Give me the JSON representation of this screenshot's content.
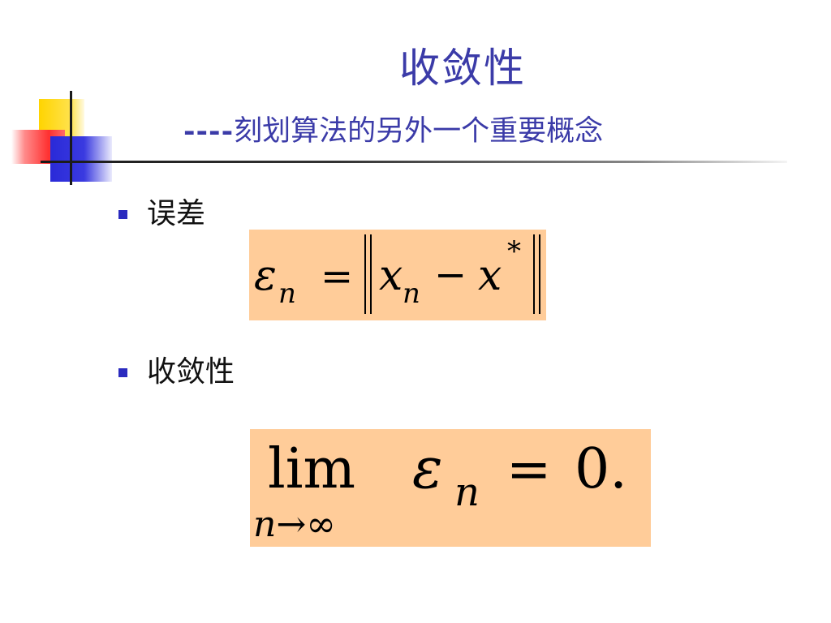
{
  "title": "收敛性",
  "subtitle": {
    "dashes": "----",
    "text": "刻划算法的另外一个重要概念"
  },
  "bullets": [
    {
      "text": "误差"
    },
    {
      "text": "收敛性"
    }
  ],
  "formula_error": {
    "epsilon": "ε",
    "sub_n": "n",
    "equals": "=",
    "x": "x",
    "minus": "−",
    "x2": "x",
    "star": "*"
  },
  "formula_limit": {
    "lim": "lim",
    "subscript": "n→∞",
    "epsilon": "ε",
    "sub_n": "n",
    "equals": "=",
    "result": "0."
  },
  "colors": {
    "title": "#3b3ba8",
    "formula_bg": "#ffcc99",
    "bullet": "#2b2bbf"
  }
}
